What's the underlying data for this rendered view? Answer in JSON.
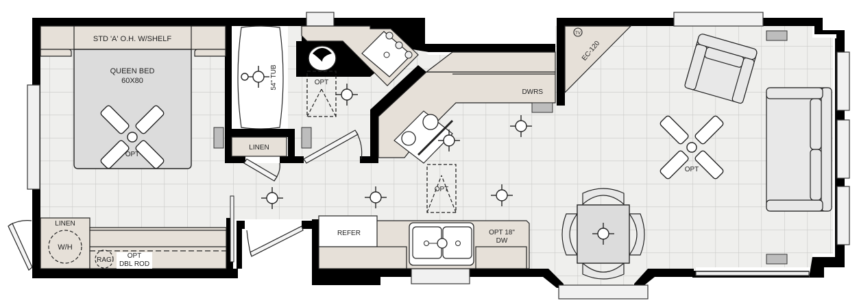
{
  "plan": {
    "type": "mobile-home floor plan",
    "colors": {
      "wall": "#000000",
      "floor": "#efefed",
      "grid": "#c9c9c7",
      "counter": "#e6e0d8",
      "furniture": "#dcdcdc"
    }
  },
  "labels": {
    "overhead_cabinet": "STD 'A' O.H. W/SHELF",
    "bed_name": "QUEEN BED",
    "bed_size": "60X80",
    "bedroom_fan_opt": "OPT",
    "tub": "54\" TUB",
    "bath_opt": "OPT",
    "bath_linen": "LINEN",
    "drawers": "DWRS",
    "entertainment_center": "EC-120",
    "tv": "TV",
    "kitchen_skylight_opt": "OPT",
    "living_fan_opt": "OPT",
    "refrigerator": "REFER",
    "dishwasher_opt_line1": "OPT 18\"",
    "dishwasher_opt_line2": "DW",
    "utility_linen": "LINEN",
    "water_heater": "W/H",
    "rag": "RAG",
    "dbl_rod_line1": "OPT",
    "dbl_rod_line2": "DBL ROD"
  }
}
